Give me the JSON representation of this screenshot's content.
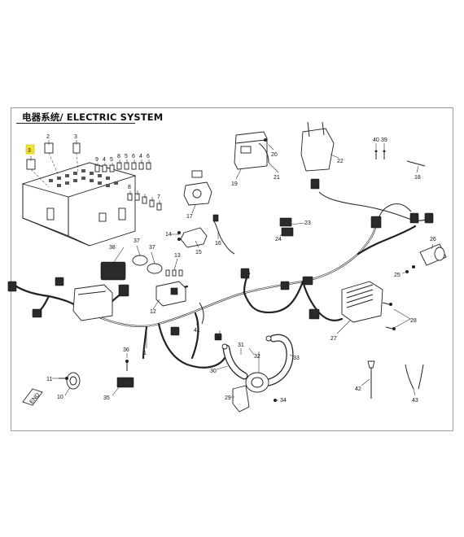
{
  "diagram": {
    "title": "电器系统/ ELECTRIC SYSTEM",
    "highlighted_callout": "3",
    "highlight_color": "#f5e52a",
    "callouts": {
      "c1": "1",
      "c2": "2",
      "c3a": "3",
      "c3b": "3",
      "c4a": "4",
      "c4b": "4",
      "c5a": "5",
      "c5b": "5",
      "c6a": "6",
      "c6b": "6",
      "c7": "7",
      "c8a": "8",
      "c8b": "8",
      "c9": "9",
      "c10": "10",
      "c11": "11",
      "c12": "12",
      "c13": "13",
      "c14": "14",
      "c15": "15",
      "c16": "16",
      "c17": "17",
      "c18": "18",
      "c19": "19",
      "c20": "20",
      "c21": "21",
      "c22": "22",
      "c23": "23",
      "c24": "24",
      "c25": "25",
      "c26": "26",
      "c27": "27",
      "c28": "28",
      "c29": "29",
      "c30": "30",
      "c31": "31",
      "c32": "32",
      "c33": "33",
      "c34": "34",
      "c35": "35",
      "c36": "36",
      "c37a": "37",
      "c37b": "37",
      "c38": "38",
      "c39": "39",
      "c40": "40",
      "c41": "41",
      "c42": "42",
      "c43": "43"
    }
  }
}
